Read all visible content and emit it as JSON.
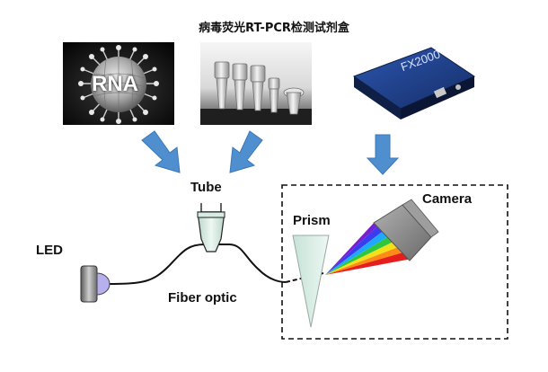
{
  "title": "病毒荧光RT-PCR检测试剂盒",
  "labels": {
    "rna": "RNA",
    "tube": "Tube",
    "led": "LED",
    "fiber": "Fiber optic",
    "prism": "Prism",
    "camera": "Camera",
    "device": "FX2000"
  },
  "colors": {
    "arrow": "#4f8fcf",
    "arrow_edge": "#3a78b8",
    "led_lens": "#b7b0ee",
    "prism_fill": "#d6ece4",
    "camera_body": "#8a8a8a",
    "spectrometer_body": "#1f3e85",
    "spectrum": [
      "#7a1fd0",
      "#3a3cf0",
      "#1fa8ff",
      "#2fc640",
      "#f2e01a",
      "#ff8a16",
      "#e51d1d"
    ]
  },
  "icons": {
    "arrows": "down-arrow-icon",
    "led": "led-icon",
    "tube": "tube-icon",
    "prism": "prism-icon",
    "camera": "camera-icon"
  }
}
